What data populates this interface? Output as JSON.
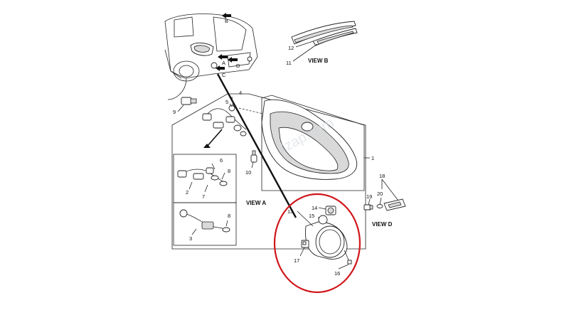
{
  "callouts": {
    "c1": "1",
    "c2": "2",
    "c3": "3",
    "c4": "4",
    "c5": "5",
    "c6": "6",
    "c7": "7",
    "c8a": "8",
    "c8b": "8",
    "c9": "9",
    "c10": "10",
    "c11": "11",
    "c12": "12",
    "c13": "13",
    "c14": "14",
    "c15": "15",
    "c16": "16",
    "c17": "17",
    "c18": "18",
    "c19": "19",
    "c20": "20"
  },
  "view_refs": {
    "a": "VIEW A",
    "b": "VIEW B",
    "d": "VIEW D"
  },
  "arrow_letters": {
    "a": "A",
    "b": "B",
    "c": "C",
    "d": "D"
  },
  "watermark": "7zap.com",
  "colors": {
    "highlight_circle": "#d0161b",
    "line": "#222222",
    "shade": "#d9d9d9"
  }
}
